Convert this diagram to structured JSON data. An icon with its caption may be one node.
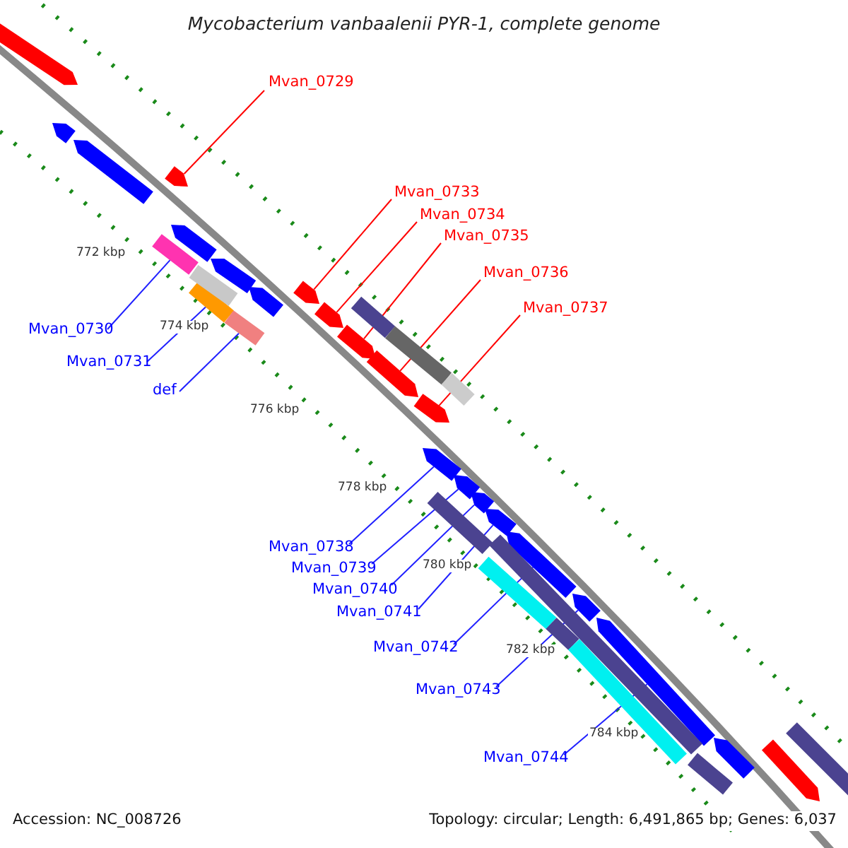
{
  "diagram": {
    "title": "Mycobacterium vanbaalenii PYR-1, complete genome",
    "nodes": [
      {
        "text": [
          "Mvan_0729"
        ]
      },
      {
        "text": [
          "Mvan_0733"
        ]
      },
      {
        "text": [
          "Mvan_0734"
        ]
      },
      {
        "text": [
          "Mvan_0735"
        ]
      },
      {
        "text": [
          "Mvan_0736"
        ]
      },
      {
        "text": [
          "Mvan_0737"
        ]
      },
      {
        "text": [
          "Mvan_0730"
        ]
      },
      {
        "text": [
          "Mvan_0731"
        ]
      },
      {
        "text": [
          "def"
        ]
      },
      {
        "text": [
          "Mvan_0738"
        ]
      },
      {
        "text": [
          "Mvan_0739"
        ]
      },
      {
        "text": [
          "Mvan_0740"
        ]
      },
      {
        "text": [
          "Mvan_0741"
        ]
      },
      {
        "text": [
          "Mvan_0742"
        ]
      },
      {
        "text": [
          "Mvan_0743"
        ]
      },
      {
        "text": [
          "Mvan_0744"
        ]
      },
      {
        "text": [],
        "shape": "arrow"
      },
      {
        "text": [],
        "shape": "arrow"
      },
      {
        "text": [],
        "shape": "arrow"
      },
      {
        "text": [],
        "shape": "arrow"
      },
      {
        "text": [],
        "shape": "arrow"
      },
      {
        "text": [],
        "shape": "arrow"
      },
      {
        "text": [],
        "shape": "bar"
      },
      {
        "text": [],
        "shape": "bar"
      },
      {
        "text": [],
        "shape": "bar"
      },
      {
        "text": [],
        "shape": "arrow"
      },
      {
        "text": [],
        "shape": "arrow"
      },
      {
        "text": [],
        "shape": "arrow"
      },
      {
        "text": [],
        "shape": "arrow"
      },
      {
        "text": [],
        "shape": "arrow"
      },
      {
        "text": [],
        "shape": "arrow"
      },
      {
        "text": [],
        "shape": "arrow"
      },
      {
        "text": [],
        "shape": "arrow"
      },
      {
        "text": [],
        "shape": "arrow"
      },
      {
        "text": [],
        "shape": "arrow"
      },
      {
        "text": [],
        "shape": "arrow"
      },
      {
        "text": [],
        "shape": "arrow"
      },
      {
        "text": [],
        "shape": "arrow"
      },
      {
        "text": [],
        "shape": "arrow"
      },
      {
        "text": [],
        "shape": "arrow"
      },
      {
        "text": [],
        "shape": "bar"
      },
      {
        "text": [],
        "shape": "bar"
      },
      {
        "text": [],
        "shape": "bar"
      },
      {
        "text": [],
        "shape": "bar"
      },
      {
        "text": [],
        "shape": "bar"
      },
      {
        "text": [],
        "shape": "bar"
      },
      {
        "text": [],
        "shape": "bar"
      },
      {
        "text": [],
        "shape": "bar"
      },
      {
        "text": [],
        "shape": "bar"
      },
      {
        "text": [],
        "shape": "bar"
      },
      {
        "text": [],
        "shape": "bar"
      }
    ],
    "edges": [
      {
        "from": 0,
        "to": 16,
        "arrow": "none",
        "color": "#ff0000"
      },
      {
        "from": 1,
        "to": 17,
        "arrow": "none",
        "color": "#ff0000"
      },
      {
        "from": 2,
        "to": 18,
        "arrow": "none",
        "color": "#ff0000"
      },
      {
        "from": 3,
        "to": 19,
        "arrow": "none",
        "color": "#ff0000"
      },
      {
        "from": 4,
        "to": 20,
        "arrow": "none",
        "color": "#ff0000"
      },
      {
        "from": 5,
        "to": 21,
        "arrow": "none",
        "color": "#ff0000"
      },
      {
        "from": 6,
        "to": 22,
        "arrow": "none"
      },
      {
        "from": 7,
        "to": 23,
        "arrow": "none"
      },
      {
        "from": 8,
        "to": 24,
        "arrow": "none"
      },
      {
        "from": 9,
        "to": 25,
        "arrow": "none"
      },
      {
        "from": 10,
        "to": 26,
        "arrow": "none"
      },
      {
        "from": 11,
        "to": 27,
        "arrow": "none"
      },
      {
        "from": 12,
        "to": 28,
        "arrow": "none"
      },
      {
        "from": 13,
        "to": 29,
        "arrow": "none"
      },
      {
        "from": 14,
        "to": 30,
        "arrow": "none"
      },
      {
        "from": 15,
        "to": 31,
        "arrow": "none"
      }
    ],
    "labels": [
      "772 kbp",
      "774 kbp",
      "776 kbp",
      "778 kbp",
      "780 kbp",
      "782 kbp",
      "784 kbp",
      "Accession: NC_008726",
      "Topology: circular; Length: 6,491,865 bp; Genes: 6,037"
    ]
  }
}
